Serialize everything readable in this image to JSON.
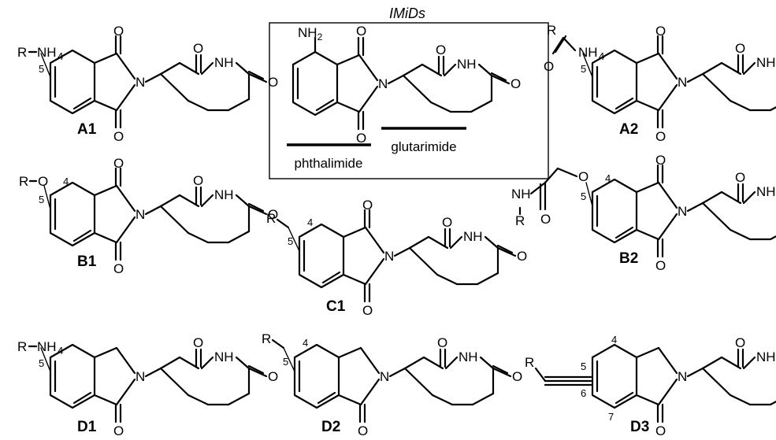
{
  "header": {
    "title": "IMiDs"
  },
  "imid_box": {
    "substituent": "NH",
    "substituent_sub": "2",
    "underline_left_label": "phthalimide",
    "underline_right_label": "glutarimide"
  },
  "atoms": {
    "O": "O",
    "N": "N",
    "NH": "NH",
    "R": "R"
  },
  "compounds": [
    {
      "id": "A1",
      "label": "A1",
      "sub_text": "NH",
      "pos_a": "4",
      "pos_b": "5"
    },
    {
      "id": "A2",
      "label": "A2",
      "sub_text": "NH",
      "pos_a": "4",
      "pos_b": "5"
    },
    {
      "id": "B1",
      "label": "B1",
      "pos_a": "4",
      "pos_b": "5"
    },
    {
      "id": "B2",
      "label": "B2",
      "pos_a": "4",
      "pos_b": "5"
    },
    {
      "id": "C1",
      "label": "C1",
      "pos_a": "4",
      "pos_b": "5"
    },
    {
      "id": "D1",
      "label": "D1",
      "sub_text": "NH",
      "pos_a": "4",
      "pos_b": "5"
    },
    {
      "id": "D2",
      "label": "D2",
      "pos_a": "4",
      "pos_b": "5"
    },
    {
      "id": "D3",
      "label": "D3",
      "pos_4": "4",
      "pos_5": "5",
      "pos_6": "6",
      "pos_7": "7"
    }
  ]
}
